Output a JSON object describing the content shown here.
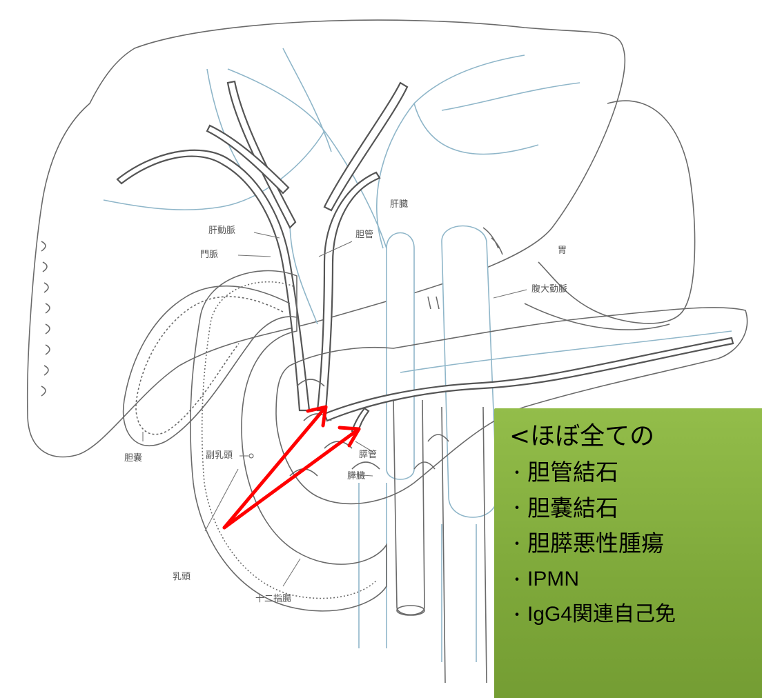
{
  "diagram": {
    "labels": {
      "liver": "肝臓",
      "hepatic_artery": "肝動脈",
      "portal_vein": "門脈",
      "bile_duct": "胆管",
      "stomach": "胃",
      "aorta": "腹大動脈",
      "minor_papilla": "副乳頭",
      "gallbladder": "胆嚢",
      "pancreatic_duct": "膵管",
      "pancreas": "膵臓",
      "papilla": "乳頭",
      "duodenum": "十二指腸"
    },
    "colors": {
      "outline": "#6a6a6a",
      "vessel": "#8fb6c9",
      "arrow": "#ff0000",
      "box": "#8ab443"
    }
  },
  "info_box": {
    "heading": "<ほぼ全ての",
    "items": [
      "胆管結石",
      "胆嚢結石",
      "胆膵悪性腫瘍",
      "IPMN",
      "IgG4関連自己免"
    ],
    "bullet": "・"
  }
}
